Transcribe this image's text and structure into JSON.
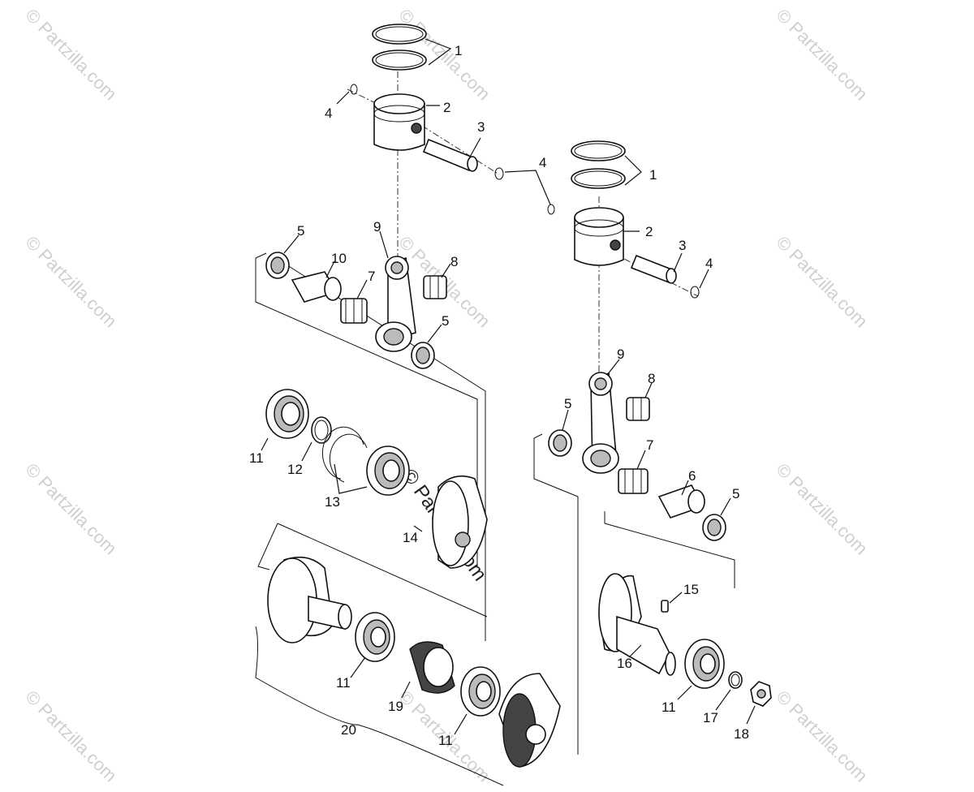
{
  "diagram": {
    "watermark_text": "© Partzilla.com",
    "callouts": [
      {
        "id": "c1a",
        "label": "1"
      },
      {
        "id": "c2a",
        "label": "2"
      },
      {
        "id": "c3a",
        "label": "3"
      },
      {
        "id": "c4a",
        "label": "4"
      },
      {
        "id": "c4b",
        "label": "4"
      },
      {
        "id": "c1b",
        "label": "1"
      },
      {
        "id": "c2b",
        "label": "2"
      },
      {
        "id": "c3b",
        "label": "3"
      },
      {
        "id": "c4c",
        "label": "4"
      },
      {
        "id": "c5a",
        "label": "5"
      },
      {
        "id": "c10",
        "label": "10"
      },
      {
        "id": "c9a",
        "label": "9"
      },
      {
        "id": "c7a",
        "label": "7"
      },
      {
        "id": "c8a",
        "label": "8"
      },
      {
        "id": "c5b",
        "label": "5"
      },
      {
        "id": "c9b",
        "label": "9"
      },
      {
        "id": "c8b",
        "label": "8"
      },
      {
        "id": "c5c",
        "label": "5"
      },
      {
        "id": "c7b",
        "label": "7"
      },
      {
        "id": "c6",
        "label": "6"
      },
      {
        "id": "c5d",
        "label": "5"
      },
      {
        "id": "c11a",
        "label": "11"
      },
      {
        "id": "c12",
        "label": "12"
      },
      {
        "id": "c13",
        "label": "13"
      },
      {
        "id": "c14",
        "label": "14"
      },
      {
        "id": "c15",
        "label": "15"
      },
      {
        "id": "c16",
        "label": "16"
      },
      {
        "id": "c11b",
        "label": "11"
      },
      {
        "id": "c19",
        "label": "19"
      },
      {
        "id": "c11c",
        "label": "11"
      },
      {
        "id": "c11d",
        "label": "11"
      },
      {
        "id": "c17",
        "label": "17"
      },
      {
        "id": "c18",
        "label": "18"
      },
      {
        "id": "c20",
        "label": "20"
      }
    ]
  }
}
